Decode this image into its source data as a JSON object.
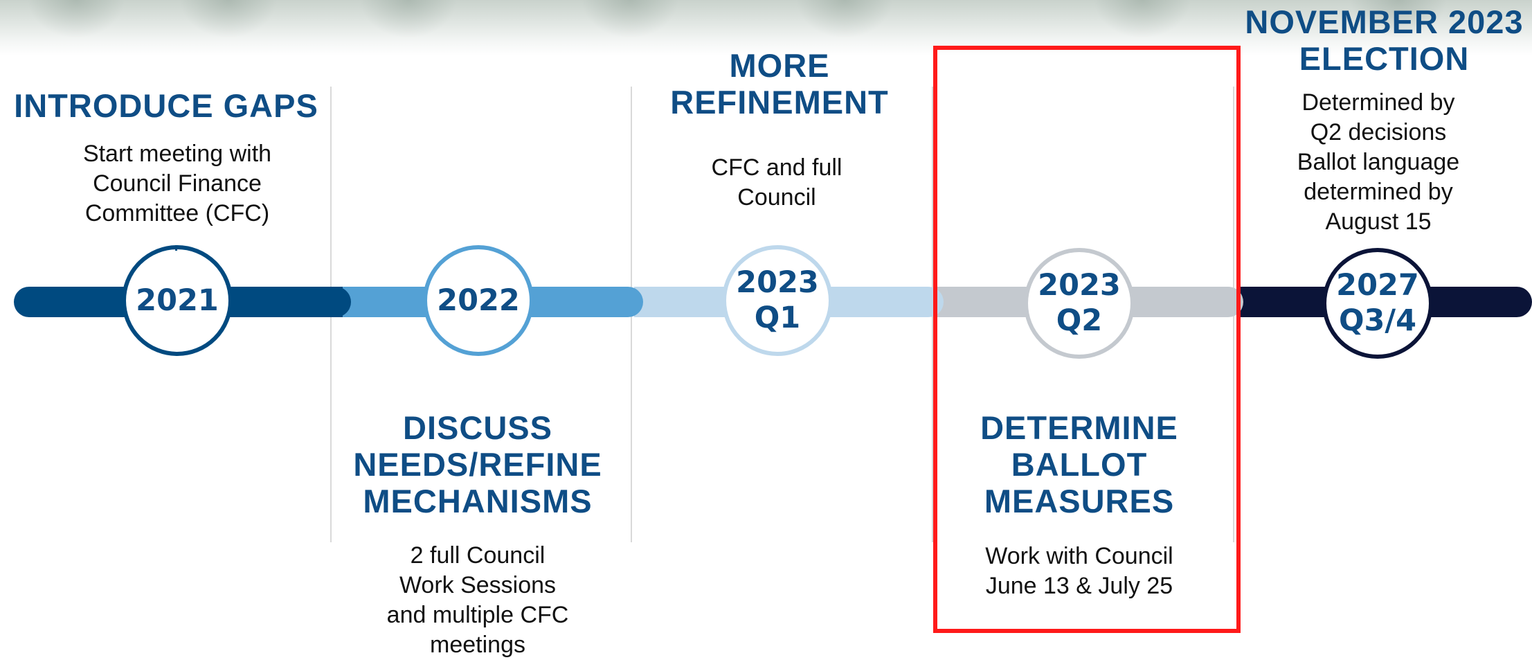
{
  "phases": [
    {
      "label_lines": [
        "2021"
      ],
      "heading_lines": [
        "INTRODUCE GAPS"
      ],
      "body_lines": [
        "Start meeting with",
        "Council Finance",
        "Committee (CFC)"
      ]
    },
    {
      "label_lines": [
        "2022"
      ],
      "heading_lines": [
        "DISCUSS",
        "NEEDS/REFINE",
        "MECHANISMS"
      ],
      "body_lines": [
        "2 full Council",
        "Work Sessions",
        "and multiple CFC",
        "meetings"
      ]
    },
    {
      "label_lines": [
        "2023",
        "Q1"
      ],
      "heading_lines": [
        "MORE",
        "REFINEMENT"
      ],
      "body_lines": [
        "CFC and full",
        "Council"
      ]
    },
    {
      "label_lines": [
        "2023",
        "Q2"
      ],
      "heading_lines": [
        "DETERMINE",
        "BALLOT",
        "MEASURES"
      ],
      "body_lines": [
        "Work with Council",
        "June 13 & July 25"
      ]
    },
    {
      "label_lines": [
        "2027",
        "Q3/4"
      ],
      "heading_lines": [
        "NOVEMBER 2023",
        "ELECTION"
      ],
      "body_lines": [
        "Determined by",
        "Q2 decisions",
        "Ballot language",
        "determined by",
        "August 15"
      ]
    }
  ],
  "colors": {
    "heading": "#0f4d85",
    "phase_2021": "#004a80",
    "phase_2022": "#54a1d5",
    "phase_2023_q1": "#bed8ec",
    "phase_2023_q2": "#c4c9cf",
    "phase_2027": "#0b1438",
    "highlight_box": "#ff1a1a"
  },
  "highlighted_phase": "2023 Q2"
}
